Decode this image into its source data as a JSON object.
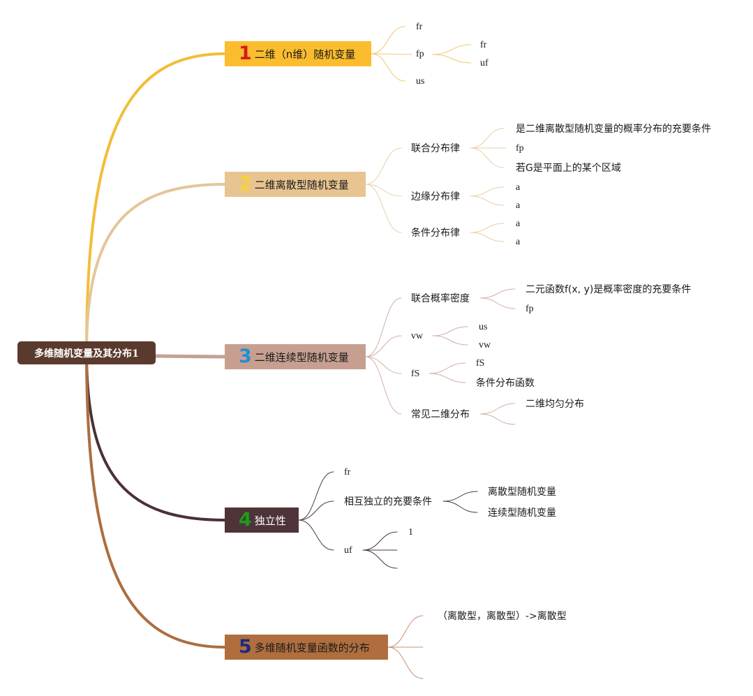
{
  "root": {
    "label": "多维随机变量及其分布1",
    "color": "#5b3a2e"
  },
  "branches": [
    {
      "num": "1",
      "num_color": "#d7191c",
      "label": "二维（n维）随机变量",
      "color": "#fbbd2e",
      "line_color": "#f2bd3a"
    },
    {
      "num": "2",
      "num_color": "#f5d33a",
      "label": "二维离散型随机变量",
      "color": "#e8c490",
      "line_color": "#e4c69a"
    },
    {
      "num": "3",
      "num_color": "#1f8fd6",
      "label": "二维连续型随机变量",
      "color": "#c79f91",
      "line_color": "#c4a195"
    },
    {
      "num": "4",
      "num_color": "#1a9e1a",
      "label": "独立性",
      "color": "#4e3438",
      "line_color": "#4a3136"
    },
    {
      "num": "5",
      "num_color": "#1e2a80",
      "label": "多维随机变量函数的分布",
      "color": "#b06e3e",
      "line_color": "#ac6e40"
    }
  ],
  "b1": {
    "c1": "fr",
    "c2": "fp",
    "c3": "us",
    "c2_children": [
      "fr",
      "uf"
    ]
  },
  "b2": {
    "c1": "联合分布律",
    "c1_children": [
      "是二维离散型随机变量的概率分布的充要条件",
      "fp",
      "若G是平面上的某个区域"
    ],
    "c2": "边缘分布律",
    "c2_children": [
      "a",
      "a"
    ],
    "c3": "条件分布律",
    "c3_children": [
      "a",
      "a"
    ]
  },
  "b3": {
    "c1": "联合概率密度",
    "c1_children": [
      "二元函数f(x, y)是概率密度的充要条件",
      "fp"
    ],
    "c2": "vw",
    "c2_children": [
      "us",
      "vw"
    ],
    "c3": "fS",
    "c3_children": [
      "fS",
      "条件分布函数"
    ],
    "c4": "常见二维分布",
    "c4_children": [
      "二维均匀分布"
    ]
  },
  "b4": {
    "c1": "fr",
    "c2": "相互独立的充要条件",
    "c2_children": [
      "离散型随机变量",
      "连续型随机变量"
    ],
    "c3": "uf",
    "c3_children": [
      "1"
    ]
  },
  "b5": {
    "c1": "（离散型，离散型）->离散型"
  }
}
